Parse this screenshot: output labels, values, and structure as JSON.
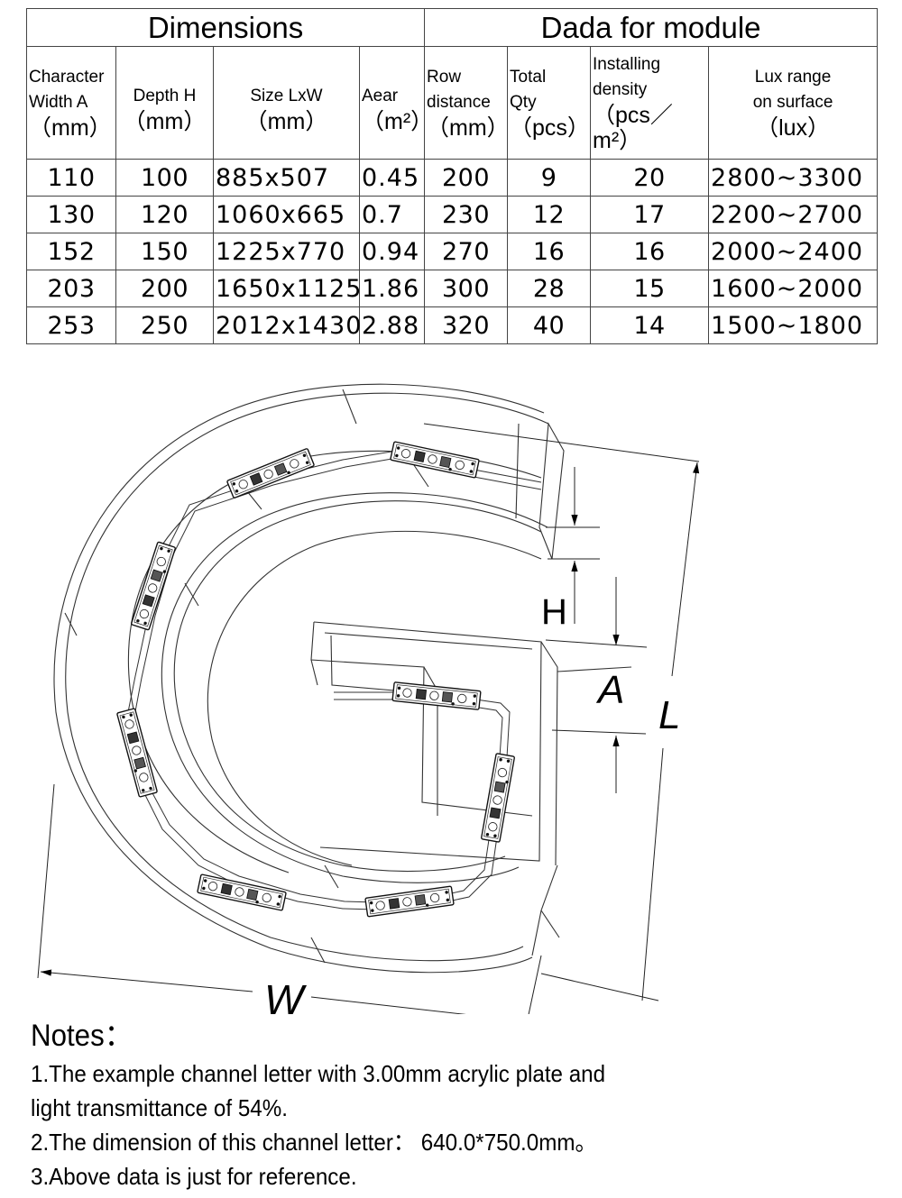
{
  "table": {
    "group_headers": {
      "dimensions": "Dimensions",
      "module": "Dada for module"
    },
    "columns": [
      {
        "lines": [
          "Character",
          "Width  A"
        ],
        "unit": "（mm）"
      },
      {
        "lines": [
          "",
          "Depth H"
        ],
        "unit": "（mm）"
      },
      {
        "lines": [
          "",
          "Size LxW"
        ],
        "unit": "（mm）"
      },
      {
        "lines": [
          "",
          "Aear"
        ],
        "unit": "（m²）"
      },
      {
        "lines": [
          "Row",
          "distance"
        ],
        "unit": "（mm）"
      },
      {
        "lines": [
          "Total",
          "Qty"
        ],
        "unit": "（pcs）"
      },
      {
        "lines": [
          "Installing",
          "density"
        ],
        "unit": "（pcs／m²）"
      },
      {
        "lines": [
          "Lux range",
          "on surface"
        ],
        "unit": "（lux）"
      }
    ],
    "rows": [
      [
        "110",
        "100",
        "885x507",
        "0.45",
        "200",
        "9",
        "20",
        "2800~3300"
      ],
      [
        "130",
        "120",
        "1060x665",
        "0.7",
        "230",
        "12",
        "17",
        "2200~2700"
      ],
      [
        "152",
        "150",
        "1225x770",
        "0.94",
        "270",
        "16",
        "16",
        "2000~2400"
      ],
      [
        "203",
        "200",
        "1650x1125",
        "1.86",
        "300",
        "28",
        "15",
        "1600~2000"
      ],
      [
        "253",
        "250",
        "2012x1430",
        "2.88",
        "320",
        "40",
        "14",
        "1500~1800"
      ]
    ]
  },
  "drawing": {
    "letter": "G",
    "led_module_count": 8,
    "dimension_labels": {
      "depth": "H",
      "width_a": "A",
      "length": "L",
      "width": "W"
    }
  },
  "notes": {
    "title": "Notes：",
    "items": [
      "1.The example channel letter with 3.00mm acrylic plate and",
      "light transmittance of 54%.",
      "2.The dimension of this channel letter：  640.0*750.0mm。",
      "3.Above data is just for reference."
    ]
  }
}
